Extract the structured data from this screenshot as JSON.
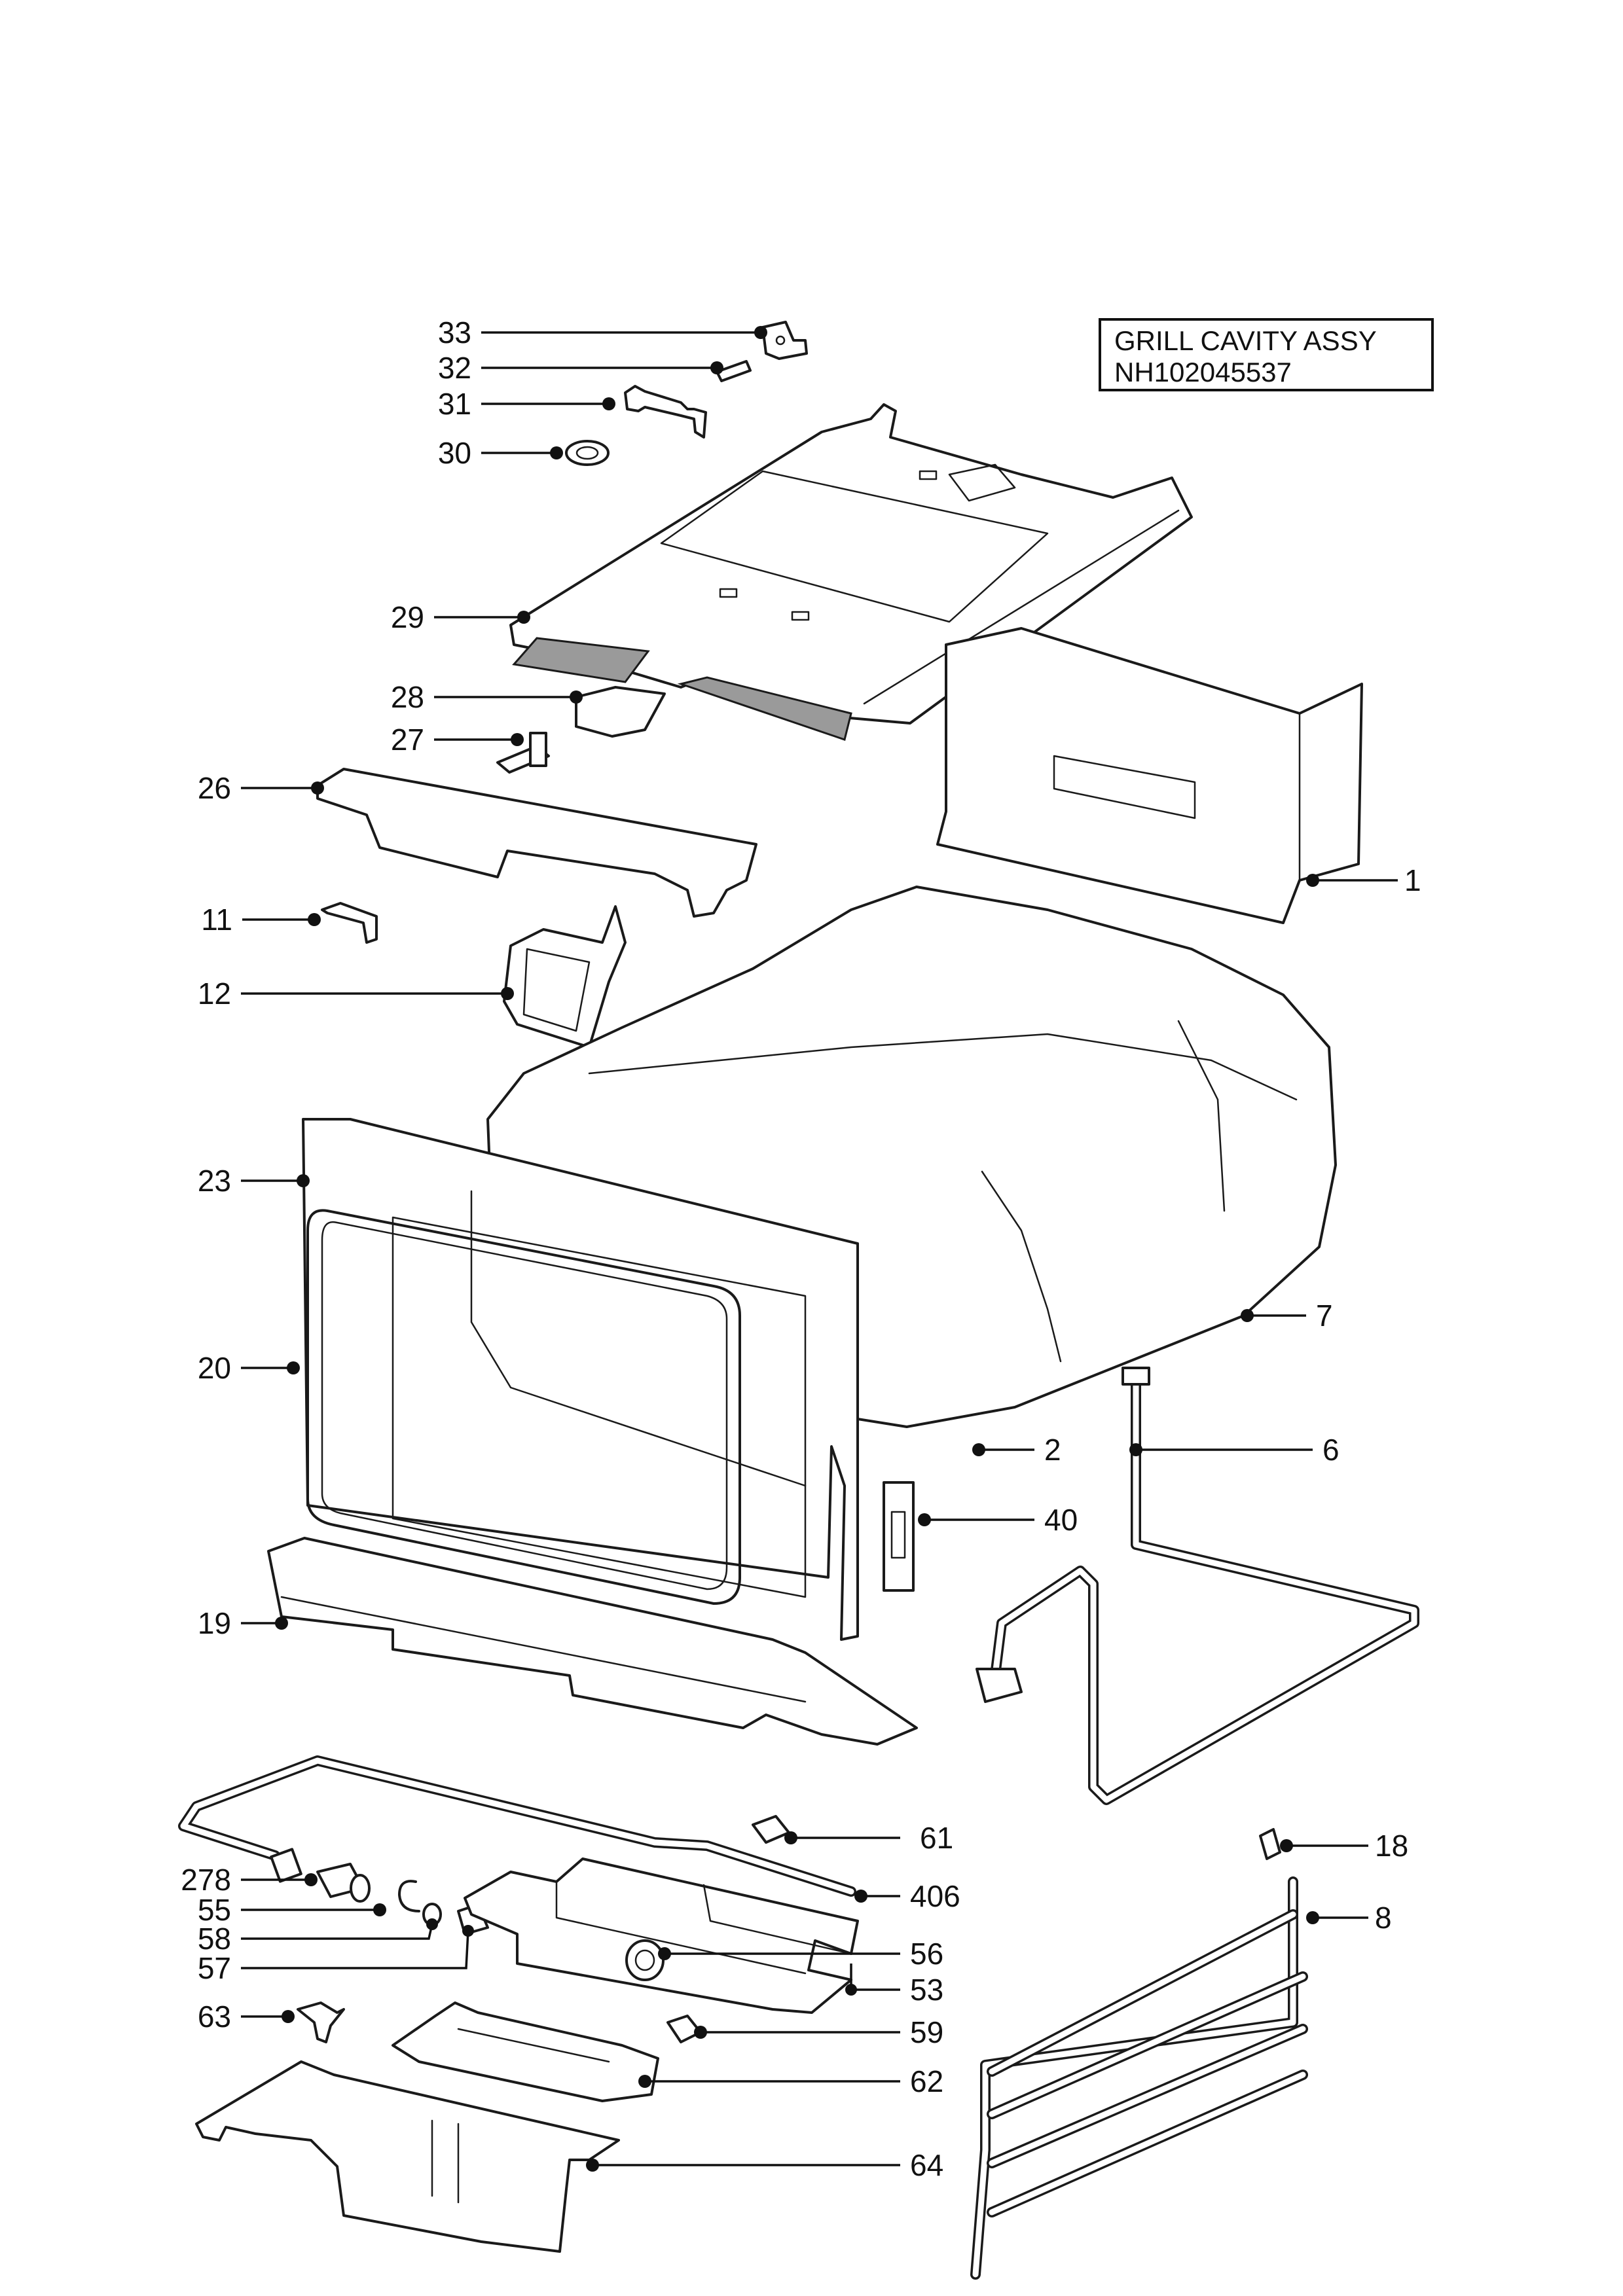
{
  "title_box": {
    "line1": "GRILL CAVITY ASSY",
    "line2": "NH102045537"
  },
  "callouts": [
    "33",
    "32",
    "31",
    "30",
    "29",
    "28",
    "27",
    "26",
    "11",
    "12",
    "23",
    "20",
    "19",
    "278",
    "55",
    "58",
    "57",
    "63",
    "1",
    "7",
    "2",
    "6",
    "40",
    "61",
    "406",
    "56",
    "53",
    "59",
    "62",
    "64",
    "18",
    "8"
  ]
}
